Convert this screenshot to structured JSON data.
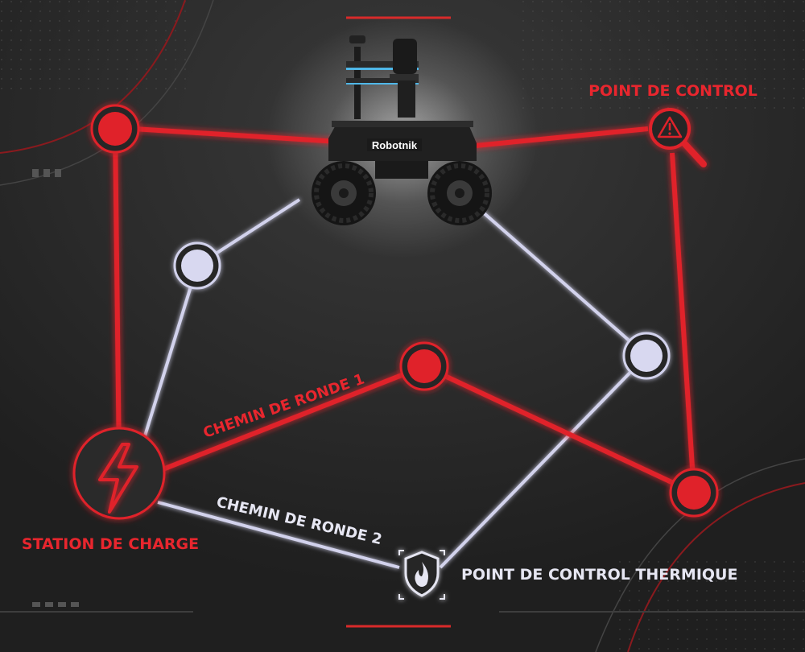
{
  "labels": {
    "control_point": "POINT DE CONTROL",
    "charging_station": "STATION DE CHARGE",
    "route_1": "CHEMIN DE RONDE 1",
    "route_2": "CHEMIN DE RONDE 2",
    "thermal_control_point": "POINT DE CONTROL THERMIQUE",
    "robot_brand": "Robotnik"
  },
  "colors": {
    "background": "#262626",
    "route_1": "#e0242c",
    "route_2": "#d2d2ec",
    "text_red": "#e8262e",
    "text_light": "#e6e6f2"
  },
  "icons": {
    "charging": "lightning-bolt-icon",
    "control": "warning-magnifier-icon",
    "thermal": "flame-shield-icon"
  }
}
